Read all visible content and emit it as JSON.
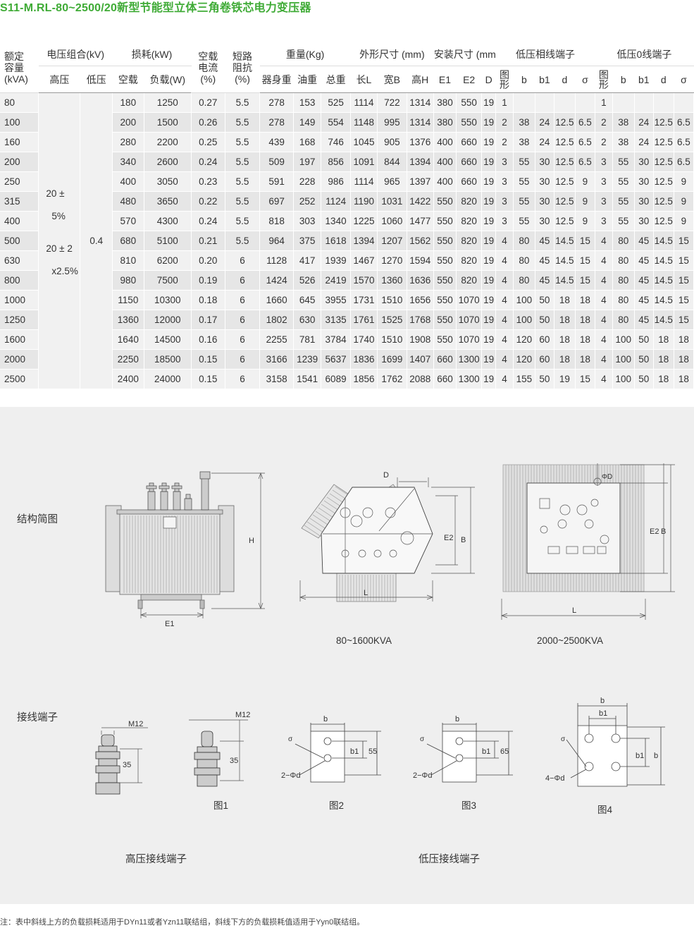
{
  "title": "S11-M.RL-80~2500/20新型节能型立体三角卷铁芯电力变压器",
  "table": {
    "headers": {
      "capacity": [
        "额定",
        "容量",
        "(kVA)"
      ],
      "voltage_group": "电压组合(kV)",
      "loss": "损耗(kW)",
      "noload_current": [
        "空载",
        "电流",
        "(%)"
      ],
      "short_impedance": [
        "短路",
        "阻抗",
        "(%)"
      ],
      "weight": "重量(Kg)",
      "outline": "外形尺寸 (mm)",
      "install": "安装尺寸 (mm)",
      "lv_phase_term": "低压相线端子",
      "lv_zero_term": "低压0线端子",
      "hv": "高压",
      "lv": "低压",
      "noload_loss": "空载",
      "load_loss": "负载(W)",
      "body_wt": "器身重",
      "oil_wt": "油重",
      "total_wt": "总重",
      "len": "长L",
      "wid": "宽B",
      "hgt": "高H",
      "e1": "E1",
      "e2": "E2",
      "d": "D",
      "fig": [
        "图",
        "形"
      ],
      "b": "b",
      "b1": "b1",
      "dd": "d",
      "sigma": "σ"
    },
    "merged": {
      "hv_a1": "20 ±",
      "hv_a2": "5%",
      "hv_b1": "20 ± 2",
      "hv_b2": "x2.5%",
      "lv": "0.4"
    },
    "rows": [
      [
        "80",
        "180",
        "1250",
        "0.27",
        "5.5",
        "278",
        "153",
        "525",
        "1114",
        "722",
        "1314",
        "380",
        "550",
        "19",
        "1",
        "",
        "",
        "",
        "",
        "1",
        "",
        "",
        "",
        ""
      ],
      [
        "100",
        "200",
        "1500",
        "0.26",
        "5.5",
        "278",
        "149",
        "554",
        "1148",
        "995",
        "1314",
        "380",
        "550",
        "19",
        "2",
        "38",
        "24",
        "12.5",
        "6.5",
        "2",
        "38",
        "24",
        "12.5",
        "6.5"
      ],
      [
        "160",
        "280",
        "2200",
        "0.25",
        "5.5",
        "439",
        "168",
        "746",
        "1045",
        "905",
        "1376",
        "400",
        "660",
        "19",
        "2",
        "38",
        "24",
        "12.5",
        "6.5",
        "2",
        "38",
        "24",
        "12.5",
        "6.5"
      ],
      [
        "200",
        "340",
        "2600",
        "0.24",
        "5.5",
        "509",
        "197",
        "856",
        "1091",
        "844",
        "1394",
        "400",
        "660",
        "19",
        "3",
        "55",
        "30",
        "12.5",
        "6.5",
        "3",
        "55",
        "30",
        "12.5",
        "6.5"
      ],
      [
        "250",
        "400",
        "3050",
        "0.23",
        "5.5",
        "591",
        "228",
        "986",
        "1114",
        "965",
        "1397",
        "400",
        "660",
        "19",
        "3",
        "55",
        "30",
        "12.5",
        "9",
        "3",
        "55",
        "30",
        "12.5",
        "9"
      ],
      [
        "315",
        "480",
        "3650",
        "0.22",
        "5.5",
        "697",
        "252",
        "1124",
        "1190",
        "1031",
        "1422",
        "550",
        "820",
        "19",
        "3",
        "55",
        "30",
        "12.5",
        "9",
        "3",
        "55",
        "30",
        "12.5",
        "9"
      ],
      [
        "400",
        "570",
        "4300",
        "0.24",
        "5.5",
        "818",
        "303",
        "1340",
        "1225",
        "1060",
        "1477",
        "550",
        "820",
        "19",
        "3",
        "55",
        "30",
        "12.5",
        "9",
        "3",
        "55",
        "30",
        "12.5",
        "9"
      ],
      [
        "500",
        "680",
        "5100",
        "0.21",
        "5.5",
        "964",
        "375",
        "1618",
        "1394",
        "1207",
        "1562",
        "550",
        "820",
        "19",
        "4",
        "80",
        "45",
        "14.5",
        "15",
        "4",
        "80",
        "45",
        "14.5",
        "15"
      ],
      [
        "630",
        "810",
        "6200",
        "0.20",
        "6",
        "1128",
        "417",
        "1939",
        "1467",
        "1270",
        "1594",
        "550",
        "820",
        "19",
        "4",
        "80",
        "45",
        "14.5",
        "15",
        "4",
        "80",
        "45",
        "14.5",
        "15"
      ],
      [
        "800",
        "980",
        "7500",
        "0.19",
        "6",
        "1424",
        "526",
        "2419",
        "1570",
        "1360",
        "1636",
        "550",
        "820",
        "19",
        "4",
        "80",
        "45",
        "14.5",
        "15",
        "4",
        "80",
        "45",
        "14.5",
        "15"
      ],
      [
        "1000",
        "1150",
        "10300",
        "0.18",
        "6",
        "1660",
        "645",
        "3955",
        "1731",
        "1510",
        "1656",
        "550",
        "1070",
        "19",
        "4",
        "100",
        "50",
        "18",
        "18",
        "4",
        "80",
        "45",
        "14.5",
        "15"
      ],
      [
        "1250",
        "1360",
        "12000",
        "0.17",
        "6",
        "1802",
        "630",
        "3135",
        "1761",
        "1525",
        "1768",
        "550",
        "1070",
        "19",
        "4",
        "100",
        "50",
        "18",
        "18",
        "4",
        "80",
        "45",
        "14.5",
        "15"
      ],
      [
        "1600",
        "1640",
        "14500",
        "0.16",
        "6",
        "2255",
        "781",
        "3784",
        "1740",
        "1510",
        "1908",
        "550",
        "1070",
        "19",
        "4",
        "120",
        "60",
        "18",
        "18",
        "4",
        "100",
        "50",
        "18",
        "18"
      ],
      [
        "2000",
        "2250",
        "18500",
        "0.15",
        "6",
        "3166",
        "1239",
        "5637",
        "1836",
        "1699",
        "1407",
        "660",
        "1300",
        "19",
        "4",
        "120",
        "60",
        "18",
        "18",
        "4",
        "100",
        "50",
        "18",
        "18"
      ],
      [
        "2500",
        "2400",
        "24000",
        "0.15",
        "6",
        "3158",
        "1541",
        "6089",
        "1856",
        "1762",
        "2088",
        "660",
        "1300",
        "19",
        "4",
        "155",
        "50",
        "19",
        "15",
        "4",
        "100",
        "50",
        "18",
        "18"
      ]
    ]
  },
  "diagrams": {
    "structure_label": "结构简图",
    "terminal_label": "接线端子",
    "cap_small": "80~1600KVA",
    "cap_large": "2000~2500KVA",
    "dims": {
      "H": "H",
      "E1": "E1",
      "D": "D",
      "E2": "E2",
      "B": "B",
      "L": "L",
      "phiD": "ΦD",
      "M12": "M12",
      "d35": "35",
      "b": "b",
      "b1": "b1",
      "d55": "55",
      "d65": "65",
      "sigma": "σ",
      "hole2": "2−Φd",
      "hole4": "4−Φd"
    },
    "fig1": "图1",
    "fig2": "图2",
    "fig3": "图3",
    "fig4": "图4",
    "hv_terminal": "高压接线端子",
    "lv_terminal": "低压接线端子"
  },
  "note": "注：表中斜线上方的负载损耗适用于DYn11或者Yzn11联结组，斜线下方的负载损耗值适用于Yyn0联结组。"
}
